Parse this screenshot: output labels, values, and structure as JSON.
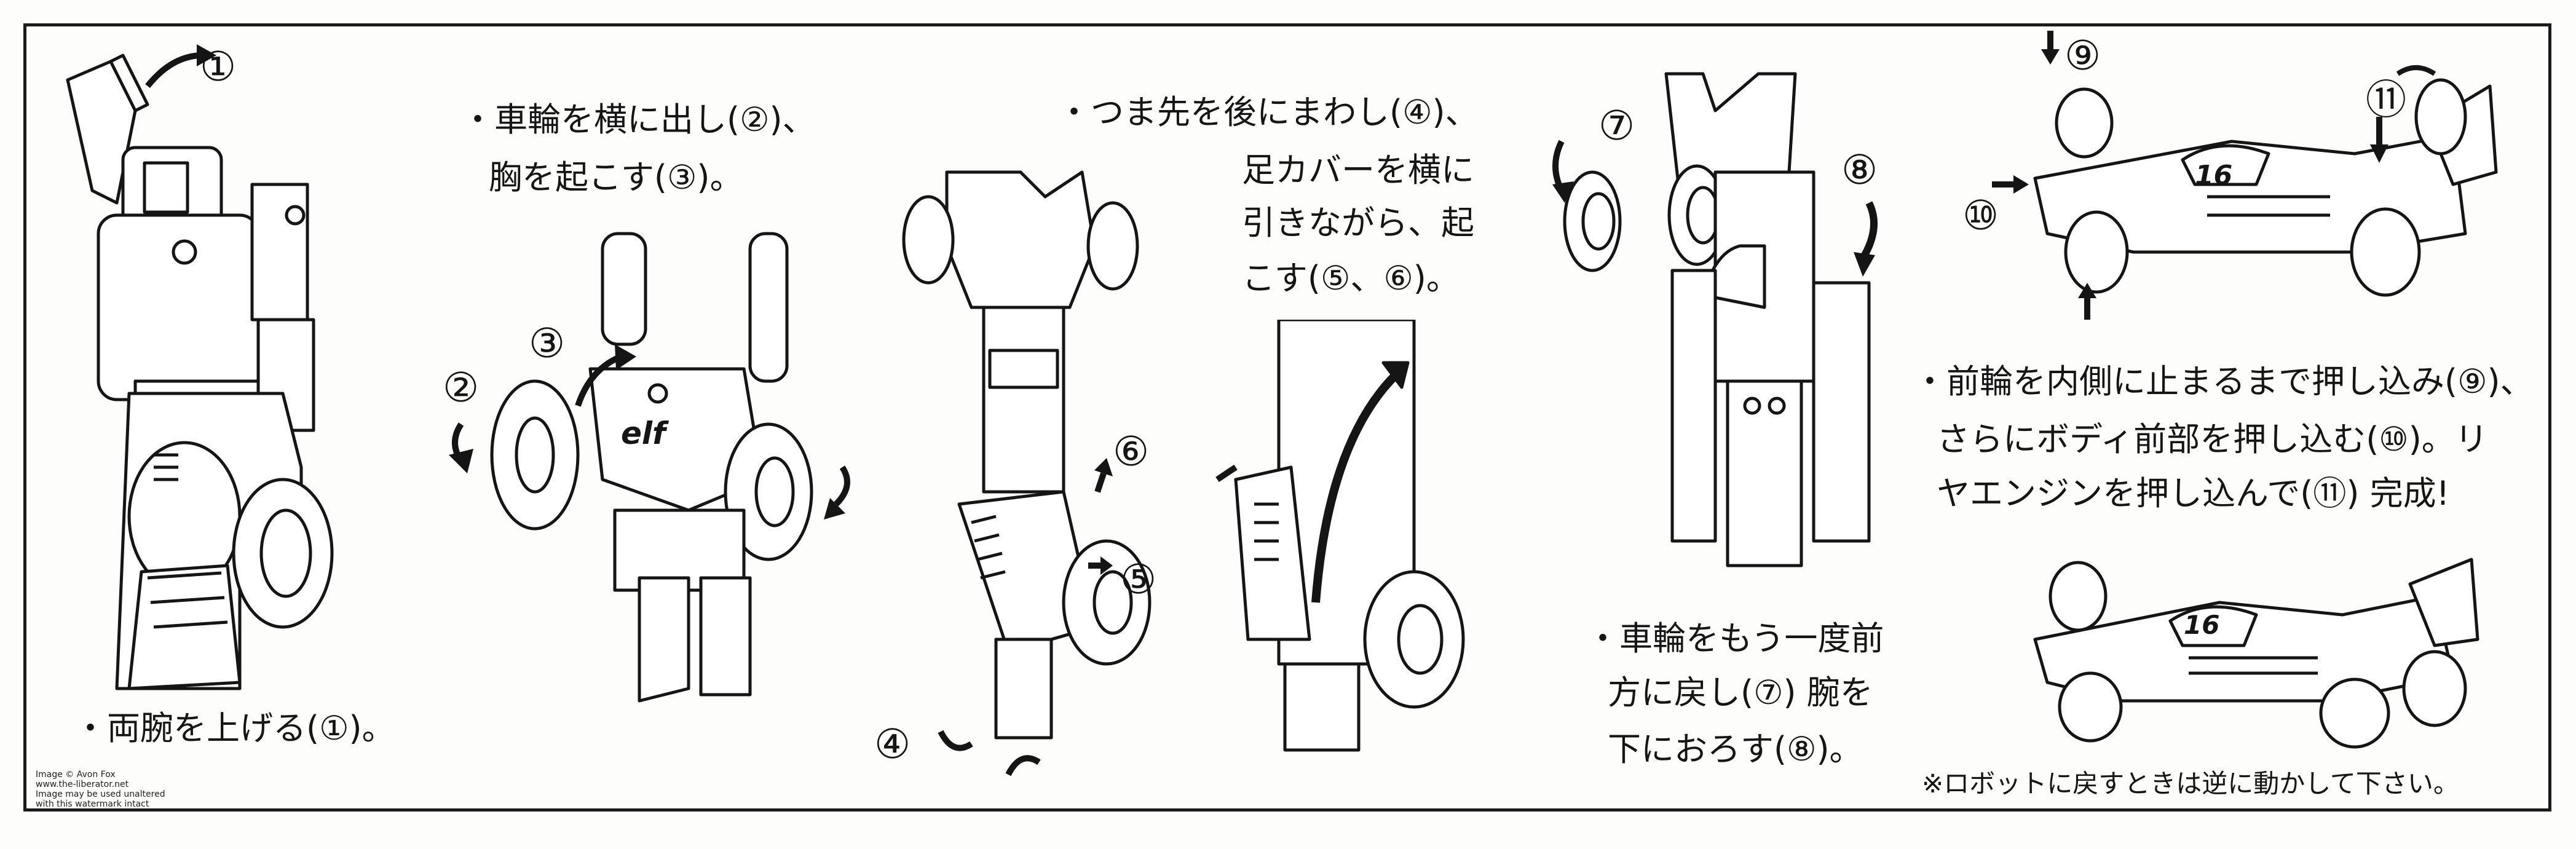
{
  "step1": {
    "marker": "①",
    "text": "・両腕を上げる(①)。"
  },
  "step2": {
    "markers": [
      "②",
      "③"
    ],
    "line1": "・車輪を横に出し(②)、",
    "line2": "胸を起こす(③)。",
    "car_logo": "elf"
  },
  "step3": {
    "markers": [
      "④",
      "⑤",
      "⑥"
    ],
    "line1": "・つま先を後にまわし(④)、",
    "line2": "足カバーを横に",
    "line3": "引きながら、起",
    "line4": "こす(⑤、⑥)。"
  },
  "step4": {
    "markers": [
      "⑦",
      "⑧"
    ],
    "line1": "・車輪をもう一度前",
    "line2": "方に戻し(⑦) 腕を",
    "line3": "下におろす(⑧)。"
  },
  "step5": {
    "markers": [
      "⑨",
      "⑩",
      "⑪"
    ],
    "line1": "・前輪を内側に止まるまで押し込み(⑨)、",
    "line2": "さらにボディ前部を押し込む(⑩)。リ",
    "line3": "ヤエンジンを押し込んで(⑪) 完成!",
    "car_number": "16"
  },
  "note": "※ロボットに戻すときは逆に動かして下さい。",
  "credit": [
    "Image © Avon Fox",
    "www.the-liberator.net",
    "Image may be used unaltered",
    "with this watermark intact"
  ]
}
